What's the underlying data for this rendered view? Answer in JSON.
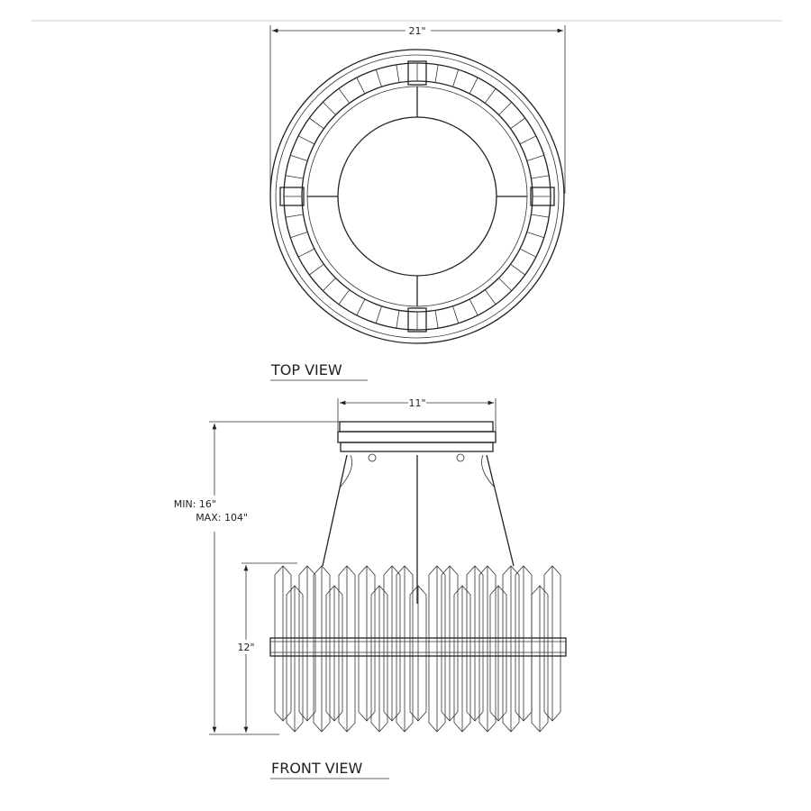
{
  "drawing": {
    "top_view": {
      "title": "TOP VIEW",
      "width_dim": "21\""
    },
    "front_view": {
      "title": "FRONT VIEW",
      "canopy_dim": "11\"",
      "drop_min": "MIN: 16\"",
      "drop_max": "MAX: 104\"",
      "body_height_dim": "12\""
    },
    "line_color": "#222222",
    "rule_color": "#e6e6e6"
  }
}
